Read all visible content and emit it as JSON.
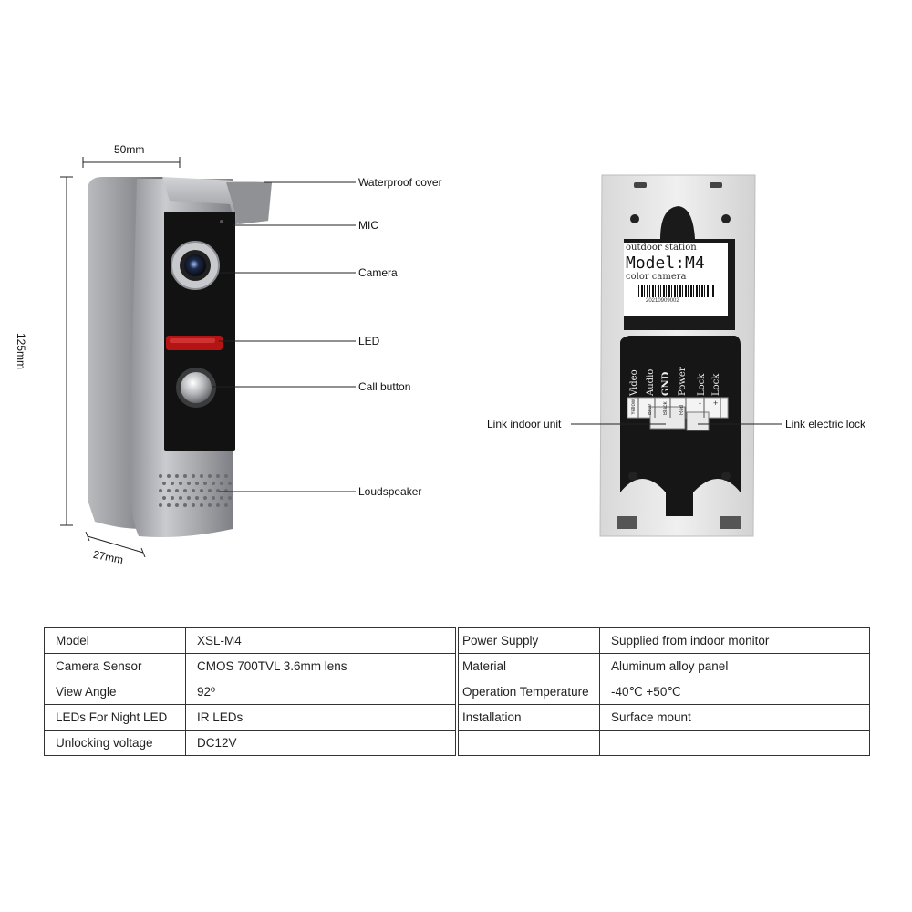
{
  "dimensions": {
    "width": "50mm",
    "height": "125mm",
    "depth": "27mm"
  },
  "front_callouts": {
    "waterproof_cover": "Waterproof cover",
    "mic": "MIC",
    "camera": "Camera",
    "led": "LED",
    "call_button": "Call button",
    "loudspeaker": "Loudspeaker"
  },
  "back_callouts": {
    "link_indoor_unit": "Link indoor unit",
    "link_electric_lock": "Link electric lock"
  },
  "back_label": {
    "header": "outdoor station",
    "model": "Model:M4",
    "subtitle": "color camera",
    "serial": "20210909002"
  },
  "terminals": {
    "labels": [
      "Video",
      "Audio",
      "GND",
      "Power",
      "Lock",
      "Lock"
    ],
    "colors": [
      "Yellow",
      "Blue",
      "Black",
      "Red",
      "-",
      "+"
    ]
  },
  "specs_left": [
    {
      "key": "Model",
      "value": "XSL-M4"
    },
    {
      "key": "Camera Sensor",
      "value": "CMOS 700TVL 3.6mm lens"
    },
    {
      "key": "View Angle",
      "value": "92º"
    },
    {
      "key": "LEDs For Night LED",
      "value": "IR LEDs"
    },
    {
      "key": "Unlocking voltage",
      "value": "DC12V"
    }
  ],
  "specs_right": [
    {
      "key": "Power Supply",
      "value": "Supplied from indoor monitor"
    },
    {
      "key": "Material",
      "value": "Aluminum alloy panel"
    },
    {
      "key": "Operation Temperature",
      "value": "-40℃  +50℃"
    },
    {
      "key": "Installation",
      "value": "Surface mount"
    },
    {
      "key": "",
      "value": ""
    }
  ],
  "colors": {
    "housing": "#a9abaf",
    "panel": "#121212",
    "led": "#c01818",
    "back_plate": "#e6e6e6"
  }
}
